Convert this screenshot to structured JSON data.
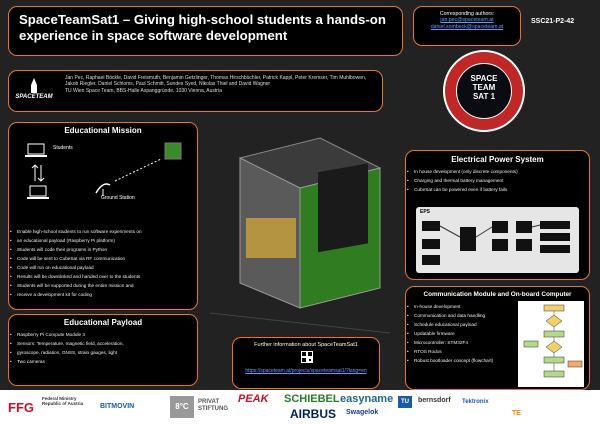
{
  "title": "SpaceTeamSat1 – Giving high-school students a hands-on experience in space software development",
  "contact": {
    "heading": "Corresponding authors:",
    "links": [
      "jan.pec@spaceteam.at",
      "daniel.sombeck@spaceteam.at"
    ]
  },
  "poster_code": "SSC21-P2-42",
  "logo_text": "SPACETEAM",
  "authors": {
    "names": "Jan Pec, Raphael Böckle, David Freismuth, Benjamin Getzlinger, Thomas Hirschbüchler, Patrick Kappl, Peter Kremser, Tim Muhlbowen, Jakob Riegler, Daniel Schloms, Paul Schmitt, Sundes Syed, Nikolas Thiel and David Wagner",
    "affiliation": "TU Wien Space Team, BBS-Halle Aspanggründe, 1030 Vienna, Austria"
  },
  "badge": {
    "line1": "SPACE",
    "line2": "TEAM",
    "line3": "SAT 1"
  },
  "educational_mission": {
    "title": "Educational Mission",
    "diagram": {
      "students_label": "Students",
      "ground_station_label": "Ground Station"
    },
    "items": [
      "Enable high-school students to run software experiments on",
      "an educational payload (Raspberry Pi platform)",
      "Students will code their programs in Python",
      "Code will be sent to CubeSat via RF communication",
      "Code will run on educational payload",
      "Results will be downlinked and handed over to the students",
      "Students will be supported during the entire mission and",
      "receive a development kit for coding"
    ]
  },
  "educational_payload": {
    "title": "Educational Payload",
    "items": [
      "Raspberry Pi Compute Module 3",
      "Sensors: Temperature, magnetic field, acceleration,",
      "gyroscope, radiation, GNSS, strain gauges, light",
      "Two cameras"
    ]
  },
  "eps": {
    "title": "Electrical Power System",
    "items": [
      "In house development (only discrete components)",
      "Charging and thermal battery management",
      "CubeSat can be powered even if battery fails"
    ],
    "diagram_label": "EPS"
  },
  "comms": {
    "title": "Communication Module and On-board Computer",
    "items": [
      "In-house development",
      "Communication and data handling",
      "Schedule educational payload",
      "Updatable firmware",
      "Microcontroller: STM32F4",
      "RTOS Rodos",
      "Robust bootloader concept (flowchart)"
    ]
  },
  "info": {
    "text": "Further information about SpaceTeamSat1",
    "link": "https://spaceteam.at/projects/spaceteamsat1/?lang=en"
  },
  "sponsors": [
    "FFG",
    "Federal Ministry Republic of Austria",
    "BITMOVIN",
    "8°C",
    "PRIVAT STIFTUNG",
    "PEAK",
    "SCHIEBEL",
    "AIRBUS",
    "easyname",
    "Swagelok",
    "TU",
    "bernsdorf",
    "Tektronix",
    "TE"
  ],
  "colors": {
    "accent": "#e8742a",
    "panel": "#000000",
    "background": "#222222",
    "link": "#5aa0ff"
  }
}
